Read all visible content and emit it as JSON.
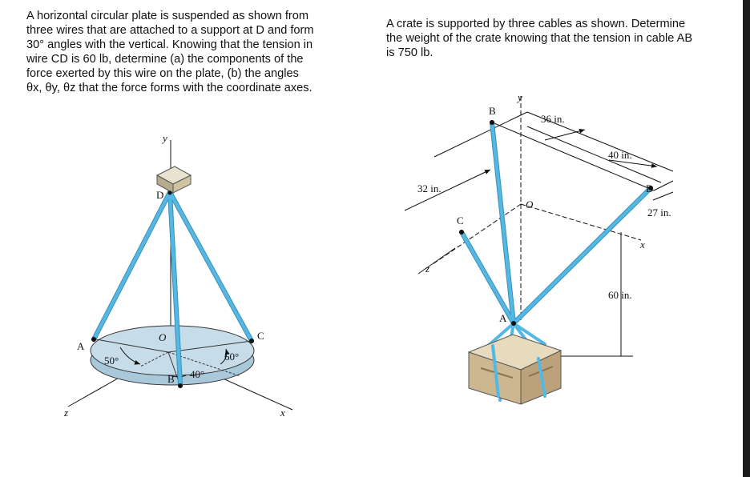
{
  "problem1": {
    "lines": [
      "A horizontal circular plate is suspended as shown from",
      "three wires that are attached to a support at D and form",
      "30° angles with the vertical. Knowing that the tension in",
      "wire CD is 60 lb, determine (a) the components of the",
      "force exerted by this wire on the plate, (b) the angles",
      "θx, θy, θz  that the force forms with the coordinate axes."
    ],
    "figure_labels": {
      "y": "y",
      "D": "D",
      "O": "O",
      "A": "A",
      "B": "B",
      "C": "C",
      "x": "x",
      "z": "z",
      "angle_a": "50°",
      "angle_b": "40°",
      "angle_c": "60°"
    }
  },
  "problem2": {
    "lines": [
      "A crate is supported by three cables as shown. Determine",
      "the weight of the crate knowing that the tension in cable AB",
      "is 750 lb."
    ],
    "figure_labels": {
      "y": "y",
      "B": "B",
      "O": "O",
      "C": "C",
      "D": "D",
      "A": "A",
      "x": "x",
      "z": "z",
      "dim_36": "36 in.",
      "dim_40": "40 in.",
      "dim_32": "32 in.",
      "dim_27": "27 in.",
      "dim_60": "60 in."
    }
  },
  "colors": {
    "cable": "#54b8e4",
    "plate": "#c6dce9",
    "crate": "#d8c5a5"
  }
}
